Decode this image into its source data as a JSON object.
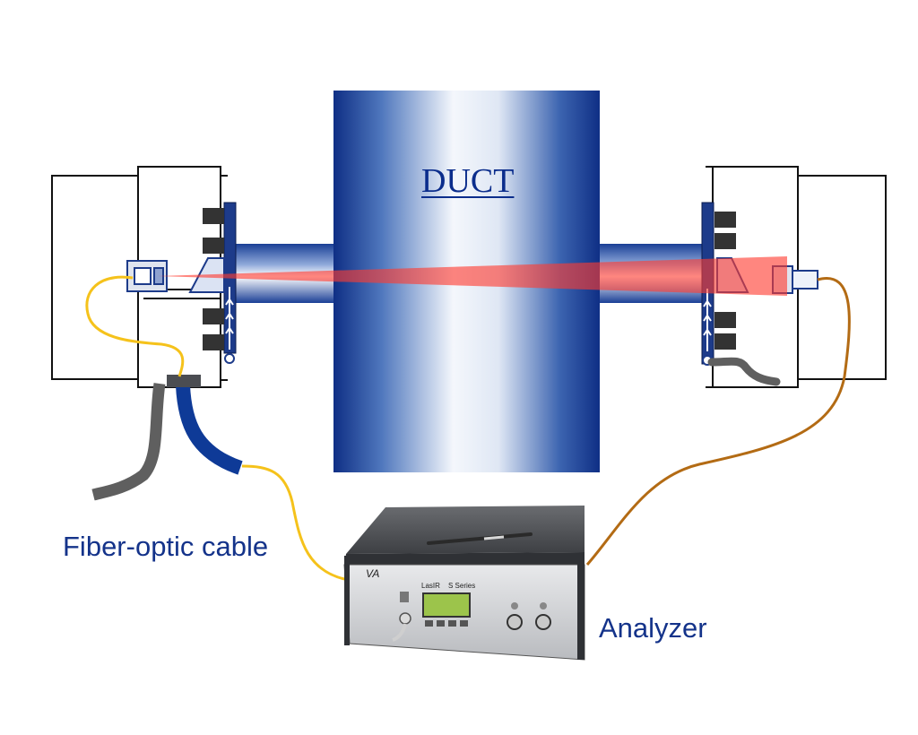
{
  "labels": {
    "duct": "DUCT",
    "fiber_optic_cable": "Fiber-optic cable",
    "analyzer": "Analyzer"
  },
  "analyzer_panel": {
    "brand": "LasIR",
    "series": "S Series"
  },
  "colors": {
    "duct_blue": "#12378f",
    "label_blue": "#14338a",
    "laser_red": "#ff3b30",
    "fiber_yellow": "#f5c21b",
    "fiber_brown": "#b36b14",
    "cable_blue": "#0e3a97",
    "cable_grey": "#5f5f5f"
  },
  "icons": [
    "transmitter-unit",
    "receiver-unit",
    "laser-beam",
    "analyzer-box",
    "pen"
  ]
}
